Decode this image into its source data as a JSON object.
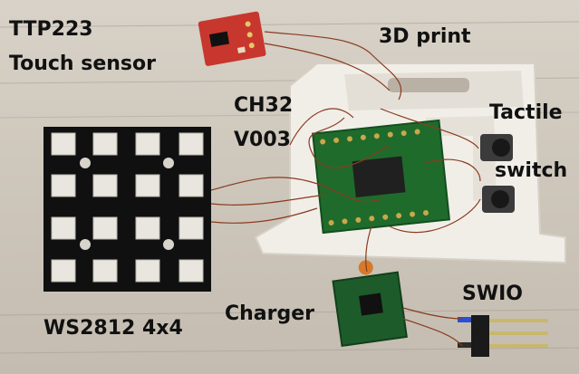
{
  "labels": {
    "ttp_line1": "TTP223",
    "ttp_line2": "Touch sensor",
    "print3d": "3D print",
    "ch32_line1": "CH32",
    "ch32_line2": "V003",
    "tactile_line1": "Tactile",
    "tactile_line2": "switch",
    "swio": "SWIO",
    "charger": "Charger",
    "ws2812": "WS2812 4x4"
  },
  "colors": {
    "background": "#cfc8bd",
    "sensor_board": "#c8372d",
    "led_panel": "#111111",
    "mcu_board": "#1f6b2c",
    "print_body": "#f2efe9",
    "charger_board": "#1d5c2a",
    "wire": "#8a3b1f"
  },
  "icons": [
    "touch-sensor-board",
    "led-matrix-panel",
    "mcu-board",
    "3d-printed-frame",
    "tactile-switch",
    "charger-board",
    "swio-pin-header"
  ]
}
